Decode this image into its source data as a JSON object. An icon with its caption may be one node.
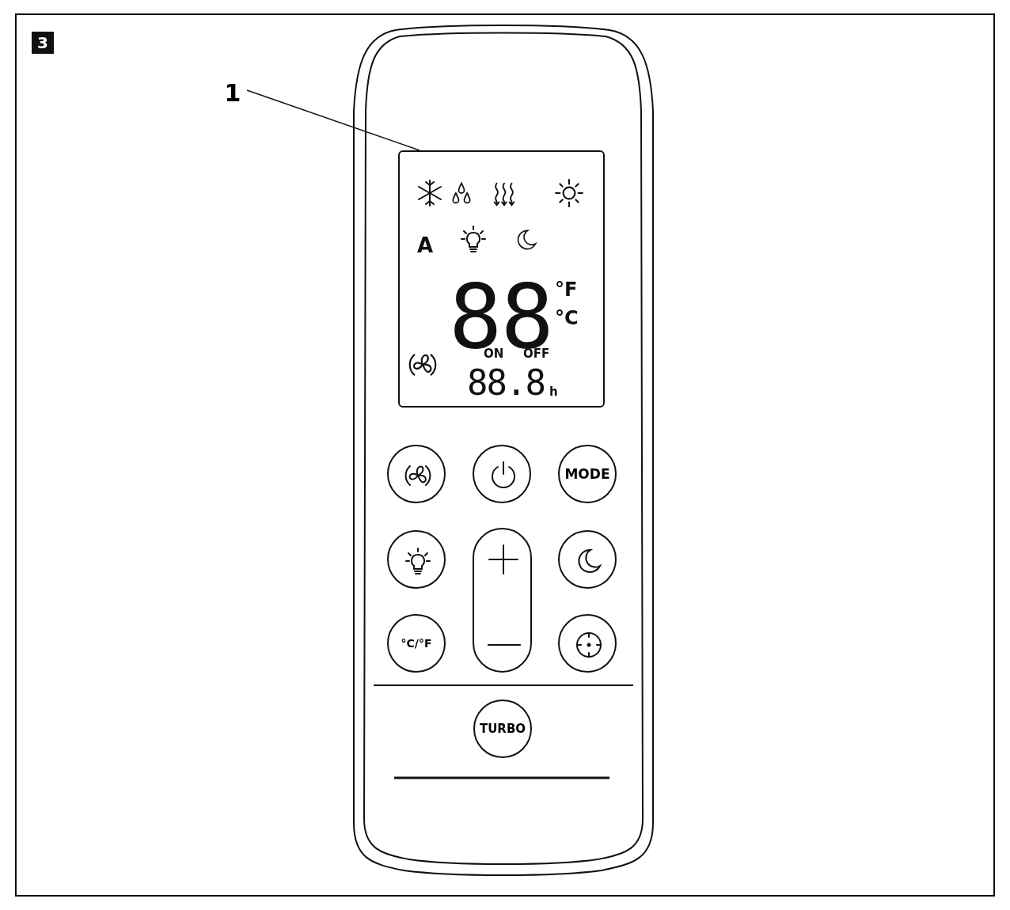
{
  "diagram": {
    "nodes": [
      {
        "text": [
          "1"
        ]
      },
      {
        "text": [
          "A",
          "88",
          "°F",
          "°C",
          "ON",
          "OFF",
          "88.8",
          "h"
        ]
      },
      {
        "text": [],
        "shape": "circle"
      },
      {
        "text": [],
        "shape": "circle"
      },
      {
        "text": [
          "MODE"
        ]
      },
      {
        "text": [],
        "shape": "circle"
      },
      {
        "text": [],
        "shape": "bar"
      },
      {
        "text": [],
        "shape": "circle"
      },
      {
        "text": [
          "°C/°F"
        ]
      },
      {
        "text": [],
        "shape": "circle"
      },
      {
        "text": [
          "TURBO"
        ]
      }
    ],
    "edges": [
      {
        "from": 0,
        "to": 1,
        "arrow": "none"
      }
    ],
    "labels": [
      "3"
    ]
  }
}
